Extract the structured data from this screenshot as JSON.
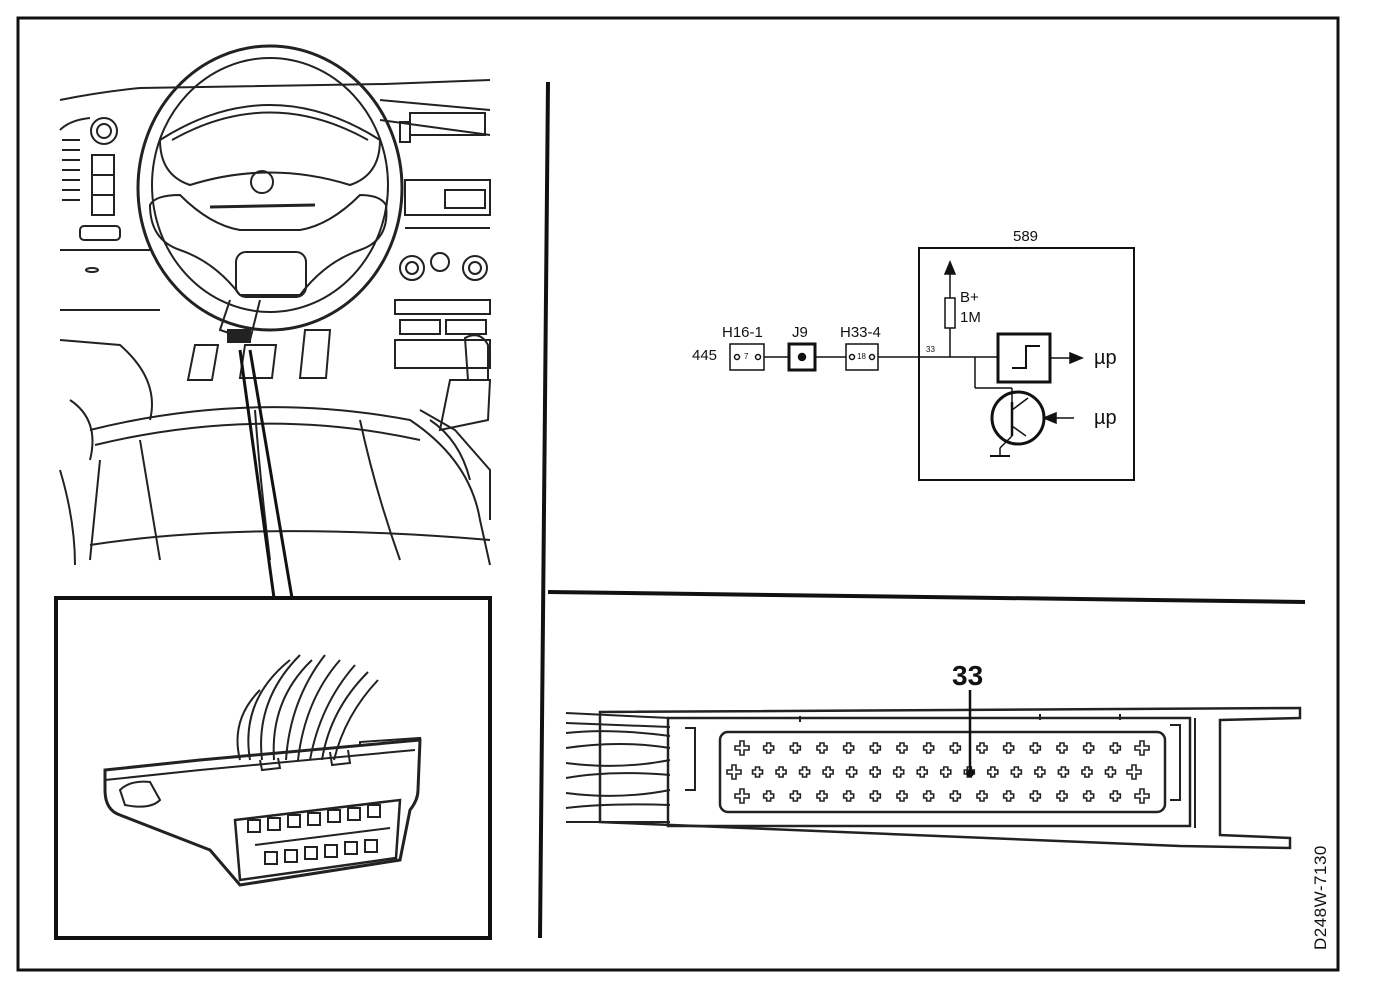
{
  "schematic": {
    "ecu_number": "589",
    "wire_number": "445",
    "connector_a": "H16-1",
    "connector_a_pin": "7",
    "junction": "J9",
    "connector_b": "H33-4",
    "connector_b_pin": "18",
    "ecu_pin": "33",
    "supply_label": "B+",
    "resistor_label": "1M",
    "output_label": "µp",
    "input_label": "µp"
  },
  "connector_view": {
    "pin_callout": "33"
  },
  "drawing_code": "D248W-7130"
}
